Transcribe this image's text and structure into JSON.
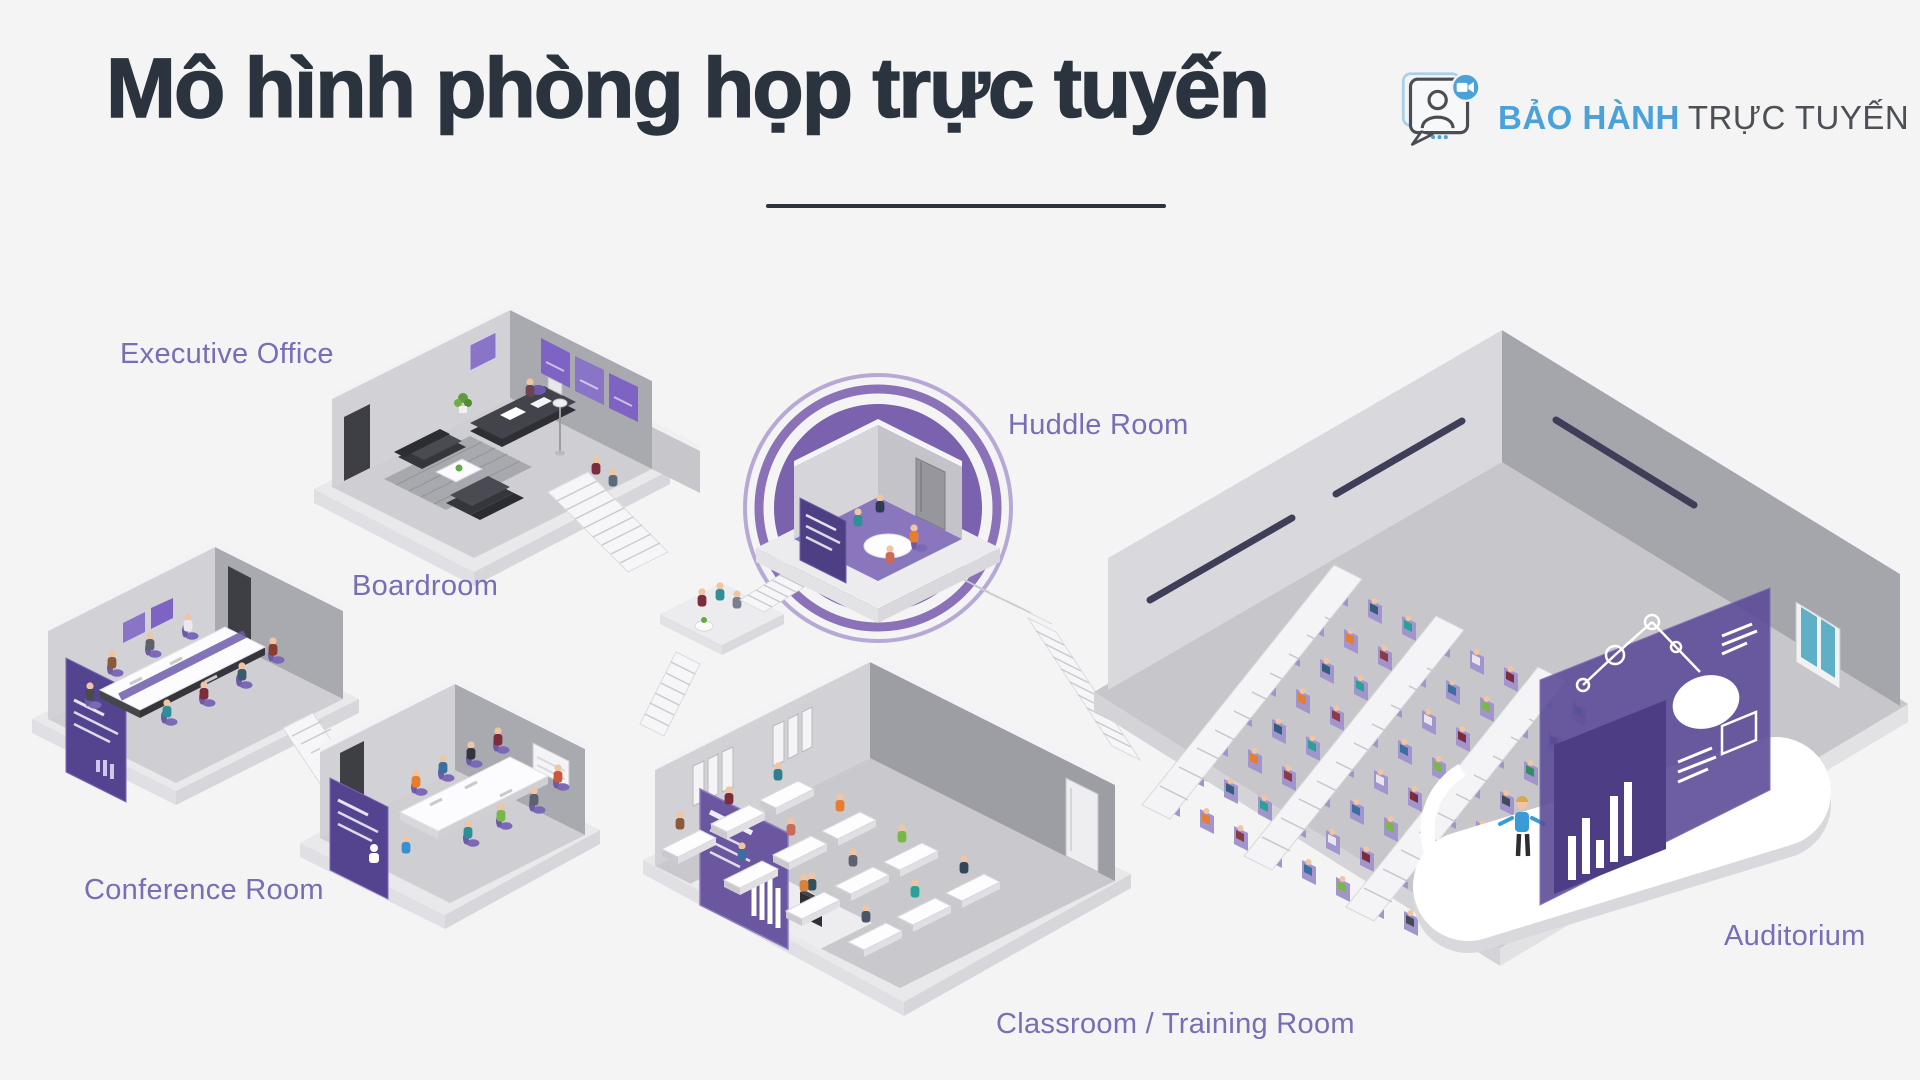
{
  "page": {
    "background_color": "#f4f4f5"
  },
  "header": {
    "title": "Mô hình phòng họp trực tuyến",
    "title_color": "#2b343e"
  },
  "logo": {
    "brand_primary": "BẢO HÀNH",
    "brand_secondary": "TRỰC TUYẾN",
    "primary_color": "#4ba1d9",
    "secondary_color": "#4c4f54",
    "icon": "chat-bubble-person-video-call-icon"
  },
  "diagram": {
    "label_color": "#7a6cb5",
    "accent_purple": "#7b62ae",
    "rooms": [
      {
        "id": "executive-office",
        "label": "Executive Office"
      },
      {
        "id": "boardroom",
        "label": "Boardroom"
      },
      {
        "id": "conference-room",
        "label": "Conference Room"
      },
      {
        "id": "huddle-room",
        "label": "Huddle Room",
        "highlighted": true
      },
      {
        "id": "classroom-training-room",
        "label": "Classroom / Training Room"
      },
      {
        "id": "auditorium",
        "label": "Auditorium"
      }
    ]
  }
}
